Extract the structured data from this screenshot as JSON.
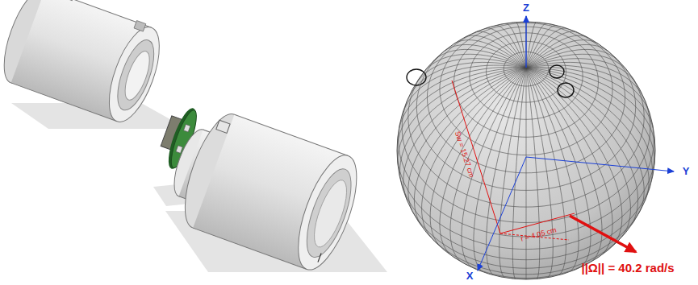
{
  "diagram": {
    "labels": [
      "Z",
      "Y",
      "X",
      "Sw = 15.27 cm",
      "r = 4.05 cm",
      "||Ω|| = 40.2 rad/s"
    ]
  }
}
